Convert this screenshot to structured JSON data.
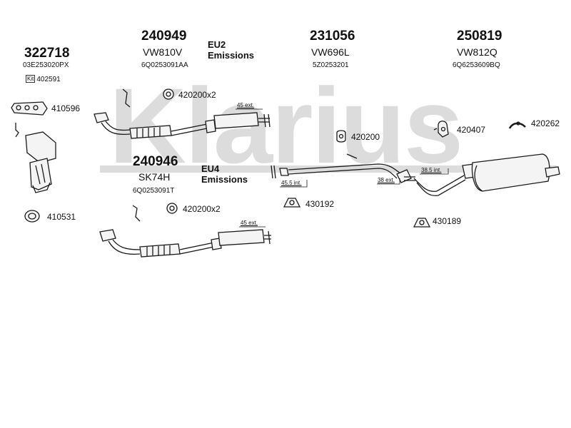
{
  "watermark": "Klarius",
  "assemblies": {
    "a322718": {
      "part_no": "322718",
      "oem": "03E253020PX",
      "kit_prefix": "Kit",
      "kit_no": "402591"
    },
    "a240949": {
      "part_no": "240949",
      "model": "VW810V",
      "oem": "6Q0253091AA"
    },
    "a231056": {
      "part_no": "231056",
      "model": "VW696L",
      "oem": "5Z0253201"
    },
    "a250819": {
      "part_no": "250819",
      "model": "VW812Q",
      "oem": "6Q6253609BQ"
    },
    "a240946": {
      "part_no": "240946",
      "model": "SK74H",
      "oem": "6Q0253091T"
    }
  },
  "emissions": {
    "eu2": {
      "line1": "EU2",
      "line2": "Emissions"
    },
    "eu4": {
      "line1": "EU4",
      "line2": "Emissions"
    }
  },
  "parts": {
    "p410596": "410596",
    "p410531": "410531",
    "p420200x2_top": "420200x2",
    "p420200x2_bottom": "420200x2",
    "p420200": "420200",
    "p430192": "430192",
    "p420407": "420407",
    "p420262": "420262",
    "p430189": "430189"
  },
  "dimensions": {
    "d45ext_top": "45 ext.",
    "d45ext_bottom": "45 ext.",
    "d45_5int": "45.5 int.",
    "d38ext": "38 ext.",
    "d38_5int": "38.5 int."
  },
  "colors": {
    "line": "#1a1a1a",
    "watermark": "#dcdcdc",
    "part_fill": "#f4f4f4"
  }
}
